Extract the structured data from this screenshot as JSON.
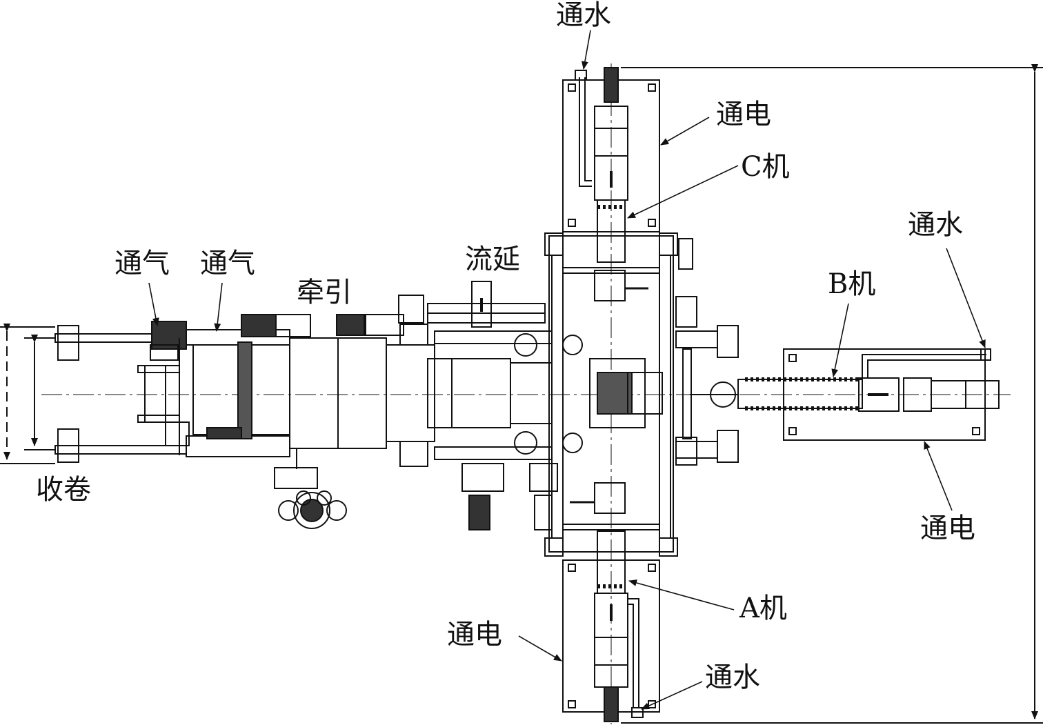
{
  "labels": {
    "water_top": "通水",
    "power_top": "通电",
    "machine_c": "C机",
    "water_right": "通水",
    "machine_b": "B机",
    "power_right": "通电",
    "gas_1": "通气",
    "gas_2": "通气",
    "traction": "牵引",
    "casting": "流延",
    "winding": "收卷",
    "power_bottom": "通电",
    "machine_a": "A机",
    "water_bottom": "通水"
  },
  "colors": {
    "ink": "#111111",
    "background": "#ffffff"
  }
}
